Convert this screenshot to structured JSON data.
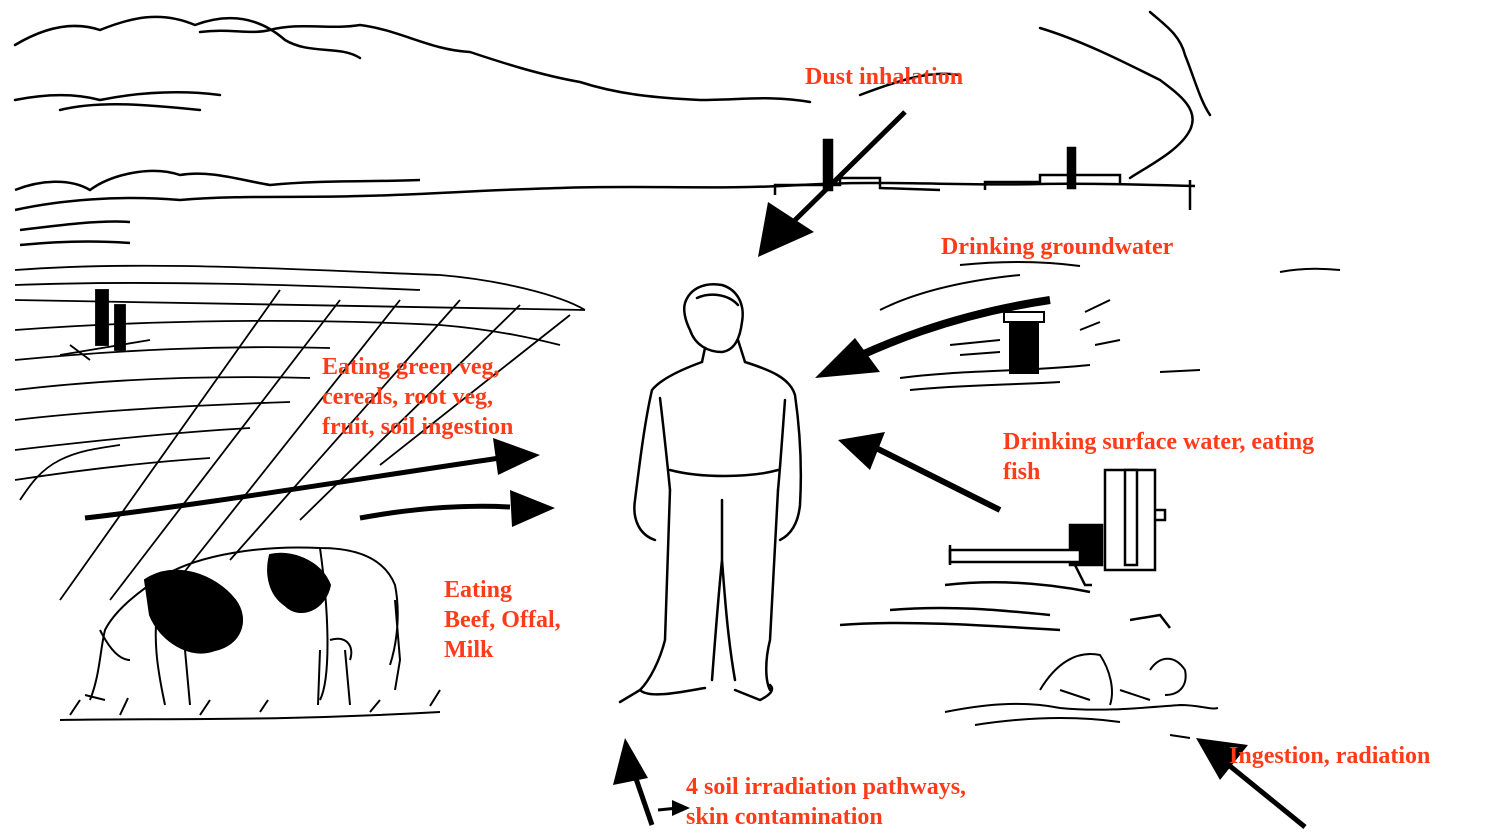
{
  "colors": {
    "label": "#ff3b1a",
    "ink": "#000000",
    "background": "#ffffff"
  },
  "labels": {
    "dust": "Dust inhalation",
    "groundwater": "Drinking  groundwater",
    "veg": [
      "Eating green veg,",
      "cereals, root veg,",
      "fruit, soil ingestion"
    ],
    "surface": [
      "Drinking  surface water, eating",
      "fish"
    ],
    "beef": [
      "Eating",
      "Beef, Offal,",
      "Milk"
    ],
    "swim": "Ingestion, radiation",
    "soil": [
      "4 soil irradiation pathways,",
      "skin contamination"
    ]
  },
  "icons": [
    "clouds",
    "factory-skyline",
    "farm-field",
    "irrigation-sprinkler",
    "water-pump",
    "cow",
    "person",
    "swimmer"
  ]
}
